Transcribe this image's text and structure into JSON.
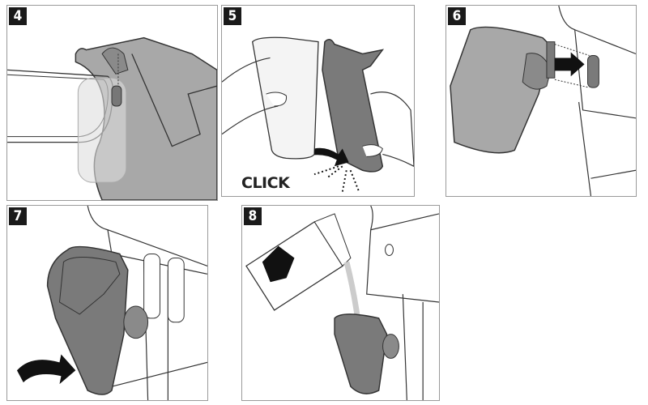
{
  "steps": [
    {
      "number": "4"
    },
    {
      "number": "5",
      "label": "CLICK"
    },
    {
      "number": "6"
    },
    {
      "number": "7"
    },
    {
      "number": "8"
    }
  ],
  "colors": {
    "part_gray": "#9c9c9c",
    "dark_gray": "#6e6e6e",
    "light_gray": "#c8c8c8",
    "outline": "#333333"
  }
}
